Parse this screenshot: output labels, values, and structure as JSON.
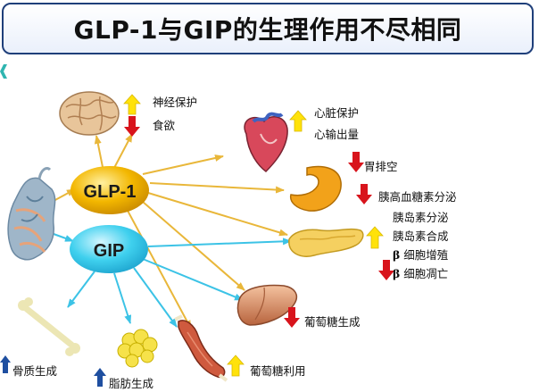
{
  "title": "GLP-1与GIP的生理作用不尽相同",
  "hubs": {
    "glp1": "GLP-1",
    "gip": "GIP"
  },
  "effects": {
    "neuro_protection": "神经保护",
    "appetite": "食欲",
    "cardio_protection": "心脏保护",
    "cardiac_output": "心输出量",
    "gastric_emptying": "胃排空",
    "glucagon_secretion": "胰高血糖素分泌",
    "insulin_secretion": "胰岛素分泌",
    "insulin_synthesis": "胰岛素合成",
    "beta_cell_proliferation": "细胞增殖",
    "beta_cell_apoptosis": "细胞凋亡",
    "beta_symbol": "β",
    "gluconeogenesis": "葡萄糖生成",
    "glucose_utilization": "葡萄糖利用",
    "bone_formation": "骨质生成",
    "fat_formation": "脂肪生成"
  },
  "colors": {
    "glp1_fill": "#f2b400",
    "gip_fill": "#3fd0ee",
    "glp1_arrow": "#e9b73a",
    "gip_arrow": "#3cc3e6",
    "up_arrow": "#ffe20a",
    "down_arrow": "#d8141c",
    "blue_arrow": "#1f4fa0",
    "title_border": "#1f3f7a"
  }
}
